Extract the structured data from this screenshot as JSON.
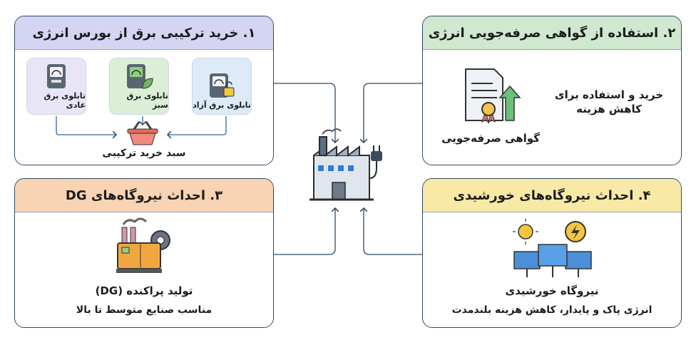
{
  "center": {
    "icon": "factory-plug-icon"
  },
  "box1": {
    "title": "۱. خرید ترکیبی برق از بورس انرژی",
    "cards": [
      {
        "label": "تابلوی برق آزاد",
        "icon": "meter-lock-icon"
      },
      {
        "label": "تابلوی برق سبز",
        "icon": "meter-leaf-icon"
      },
      {
        "label": "تابلوی برق عادی",
        "icon": "meter-icon"
      }
    ],
    "basket_label": "سبد خرید ترکیبی"
  },
  "box2": {
    "title": "۲. استفاده از گواهی صرفه‌جویی انرژی",
    "icon_label": "گواهی صرفه‌جویی",
    "description_line1": "خرید و استفاده برای",
    "description_line2": "کاهش هزینه"
  },
  "box3": {
    "title": "۳. احداث نیروگاه‌های DG",
    "line1": "تولید پراکنده (DG)",
    "line2": "مناسب صنایع متوسط تا بالا"
  },
  "box4": {
    "title": "۴. احداث نیروگاه‌های خورشیدی",
    "line1": "نیروگاه خورشیدی",
    "line2": "انرژی پاک و پایدار، کاهش هزینه بلندمدت"
  },
  "colors": {
    "box1": "#d4d5f3",
    "box2": "#cfe8cf",
    "box3": "#f8d3b4",
    "box4": "#f8eaa6",
    "line": "#2f4a66"
  }
}
